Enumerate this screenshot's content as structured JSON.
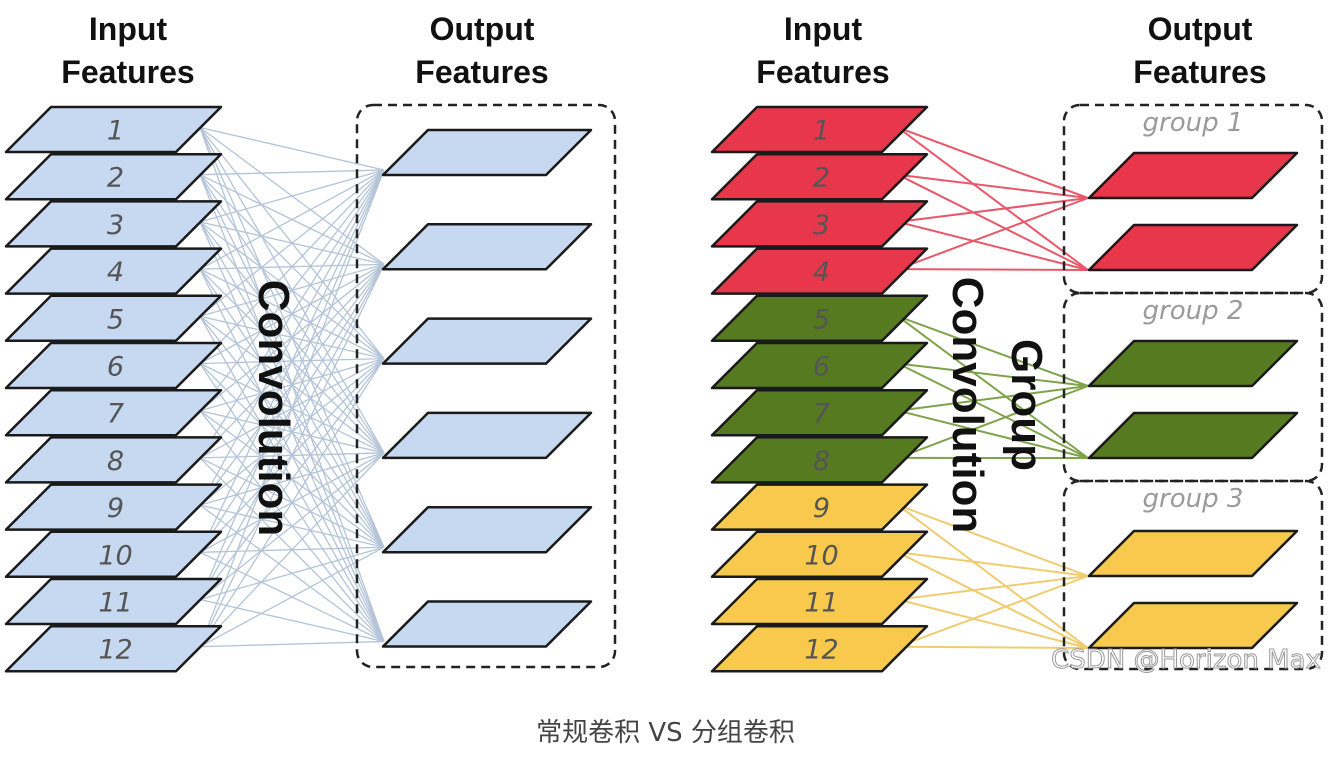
{
  "left_panel": {
    "input_header": [
      "Input",
      "Features"
    ],
    "output_header": [
      "Output",
      "Features"
    ],
    "label": "Convolution",
    "inputs": [
      "1",
      "2",
      "3",
      "4",
      "5",
      "6",
      "7",
      "8",
      "9",
      "10",
      "11",
      "12"
    ],
    "output_count": 6,
    "color": "#c6d9f1"
  },
  "right_panel": {
    "input_header": [
      "Input",
      "Features"
    ],
    "output_header": [
      "Output",
      "Features"
    ],
    "label_lines": [
      "Group",
      "Convolution"
    ],
    "inputs": [
      "1",
      "2",
      "3",
      "4",
      "5",
      "6",
      "7",
      "8",
      "9",
      "10",
      "11",
      "12"
    ],
    "groups": [
      {
        "name": "group 1",
        "color": "#e8364a",
        "line_color": "#e8586a"
      },
      {
        "name": "group 2",
        "color": "#557a1f",
        "line_color": "#7fa34a"
      },
      {
        "name": "group 3",
        "color": "#f8c94c",
        "line_color": "#f0cc70"
      }
    ]
  },
  "watermark": "CSDN @Horizon Max",
  "caption": "常规卷积 VS 分组卷积"
}
